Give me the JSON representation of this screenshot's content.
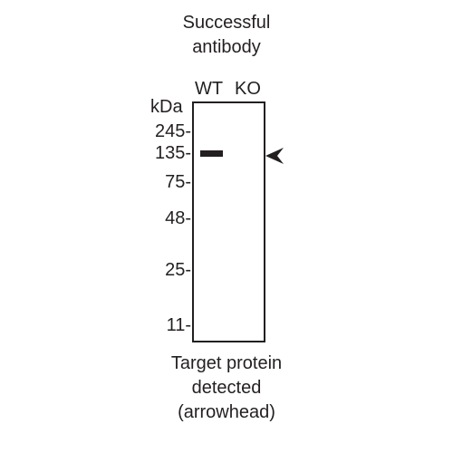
{
  "title": {
    "line1": "Successful",
    "line2": "antibody"
  },
  "lanes": {
    "wt": "WT",
    "ko": "KO"
  },
  "unit_label": "kDa",
  "markers": [
    {
      "label": "245-"
    },
    {
      "label": "135-"
    },
    {
      "label": "75-"
    },
    {
      "label": "48-"
    },
    {
      "label": "25-"
    },
    {
      "label": "11-"
    }
  ],
  "bands": [
    {
      "lane": "WT",
      "marker": "135"
    }
  ],
  "caption": {
    "line1": "Target protein",
    "line2": "detected",
    "line3": "(arrowhead)"
  },
  "colors": {
    "ink": "#231f20",
    "background": "#ffffff"
  },
  "icons": {
    "arrowhead": "arrowhead-left-icon"
  }
}
